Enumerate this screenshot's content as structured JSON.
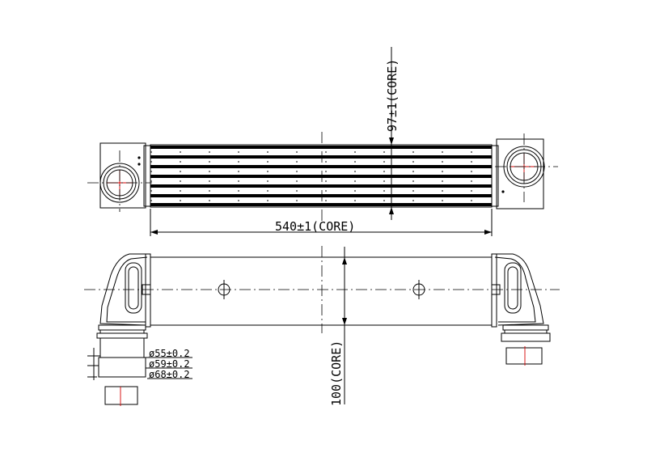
{
  "drawing": {
    "dimensions": {
      "core_width": "540±1(CORE)",
      "core_height": "97±1(CORE)",
      "core_depth": "100(CORE)",
      "diameters": [
        "ø55±0.2",
        "ø59±0.2",
        "ø68±0.2"
      ]
    },
    "colors": {
      "line": "#000000",
      "center_mark": "#d40000",
      "background": "#ffffff"
    }
  }
}
